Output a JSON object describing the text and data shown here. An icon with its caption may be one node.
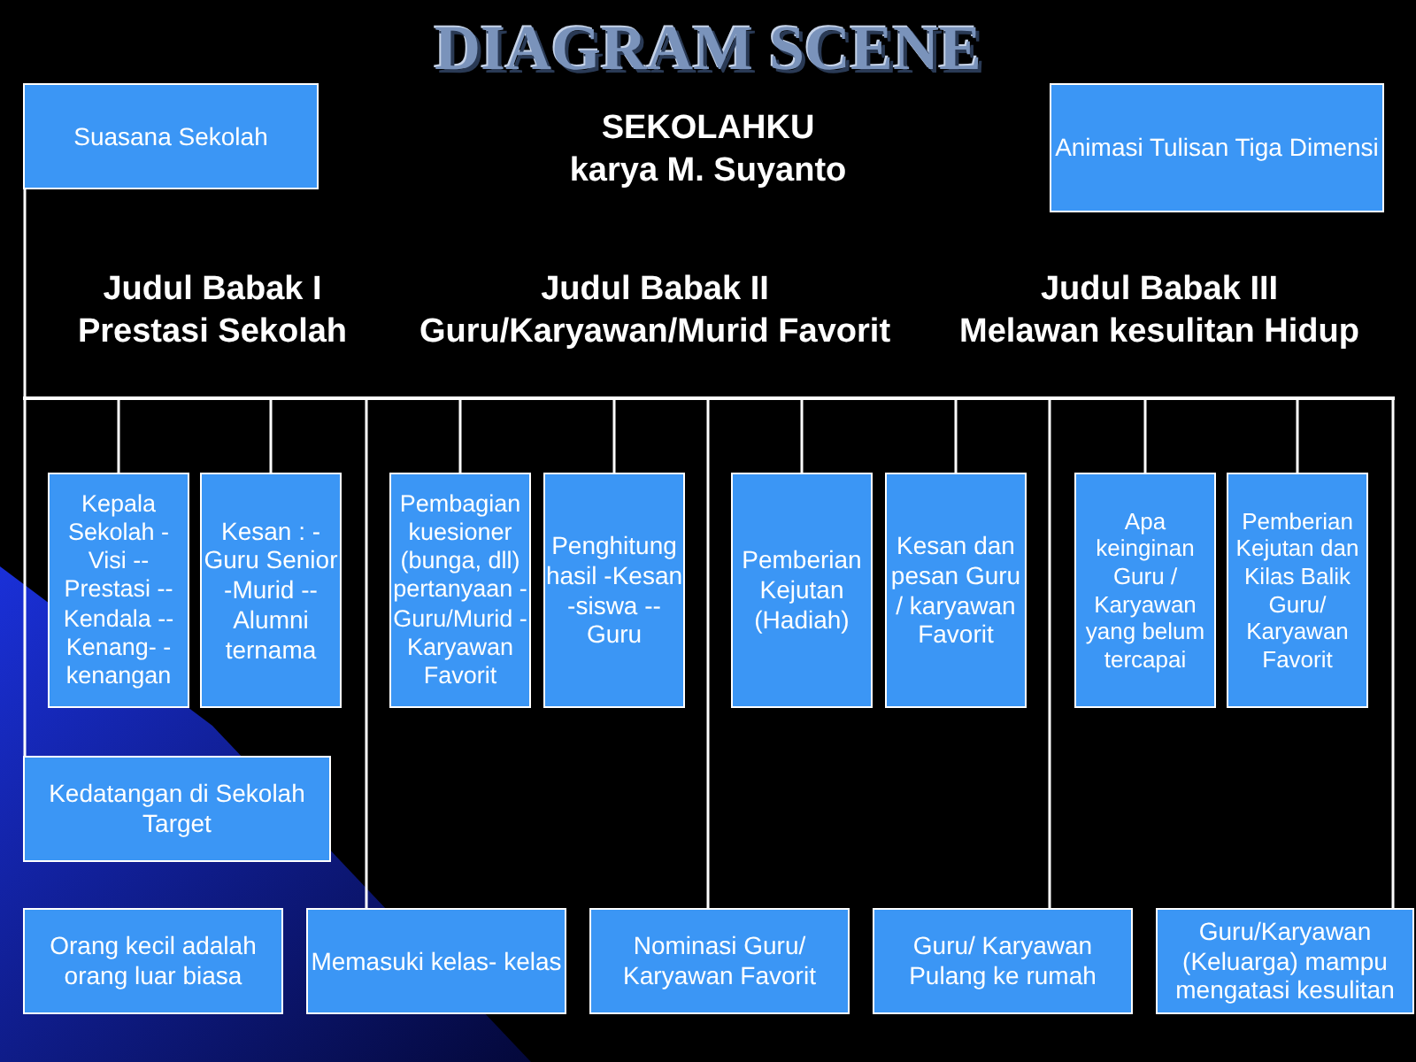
{
  "diagram": {
    "title": "DIAGRAM SCENE",
    "nodes": [
      {
        "text": [
          "Suasana Sekolah"
        ]
      },
      {
        "text": [
          "Animasi Tulisan Tiga Dimensi"
        ]
      },
      {
        "text": [],
        "shape": "bar"
      },
      {
        "text": [
          "Kepala Sekolah -Visi -- Prestasi -- Kendala -- Kenang- -kenangan"
        ]
      },
      {
        "text": [
          "Kesan : - Guru Senior -Murid -- Alumni ternama"
        ]
      },
      {
        "text": [
          "Pembagian kuesioner (bunga, dll) pertanyaan -Guru/Murid -Karyawan Favorit"
        ]
      },
      {
        "text": [
          "Penghitung hasil -Kesan -siswa --Guru"
        ]
      },
      {
        "text": [
          "Pemberian Kejutan (Hadiah)"
        ]
      },
      {
        "text": [
          "Kesan dan pesan Guru / karyawan Favorit"
        ]
      },
      {
        "text": [
          "Apa keinginan Guru / Karyawan yang belum tercapai"
        ]
      },
      {
        "text": [
          "Pemberian Kejutan dan Kilas Balik Guru/ Karyawan Favorit"
        ]
      },
      {
        "text": [
          "Kedatangan di Sekolah Target"
        ]
      },
      {
        "text": [
          "Orang kecil adalah orang luar biasa"
        ]
      },
      {
        "text": [
          "Memasuki kelas- kelas"
        ]
      },
      {
        "text": [
          "Nominasi Guru/ Karyawan Favorit"
        ]
      },
      {
        "text": [
          "Guru/ Karyawan Pulang ke rumah"
        ]
      },
      {
        "text": [
          "Guru/Karyawan (Keluarga) mampu mengatasi kesulitan"
        ]
      }
    ],
    "edges": [
      {
        "from": 0,
        "to": 2,
        "arrow": "none"
      },
      {
        "from": 2,
        "to": 3,
        "arrow": "none"
      },
      {
        "from": 2,
        "to": 4,
        "arrow": "none"
      },
      {
        "from": 2,
        "to": 5,
        "arrow": "none"
      },
      {
        "from": 2,
        "to": 6,
        "arrow": "none"
      },
      {
        "from": 2,
        "to": 7,
        "arrow": "none"
      },
      {
        "from": 2,
        "to": 8,
        "arrow": "none"
      },
      {
        "from": 2,
        "to": 9,
        "arrow": "none"
      },
      {
        "from": 2,
        "to": 10,
        "arrow": "none"
      },
      {
        "from": 2,
        "to": 11,
        "arrow": "none"
      },
      {
        "from": 2,
        "to": 13,
        "arrow": "none"
      },
      {
        "from": 2,
        "to": 14,
        "arrow": "none"
      },
      {
        "from": 2,
        "to": 15,
        "arrow": "none"
      },
      {
        "from": 2,
        "to": 16,
        "arrow": "none"
      }
    ],
    "labels": [
      "SEKOLAHKU",
      "karya M. Suyanto",
      "Judul Babak I",
      "Prestasi Sekolah",
      "Judul Babak II",
      "Guru/Karyawan/Murid Favorit",
      "Judul Babak III",
      "Melawan kesulitan Hidup"
    ]
  }
}
